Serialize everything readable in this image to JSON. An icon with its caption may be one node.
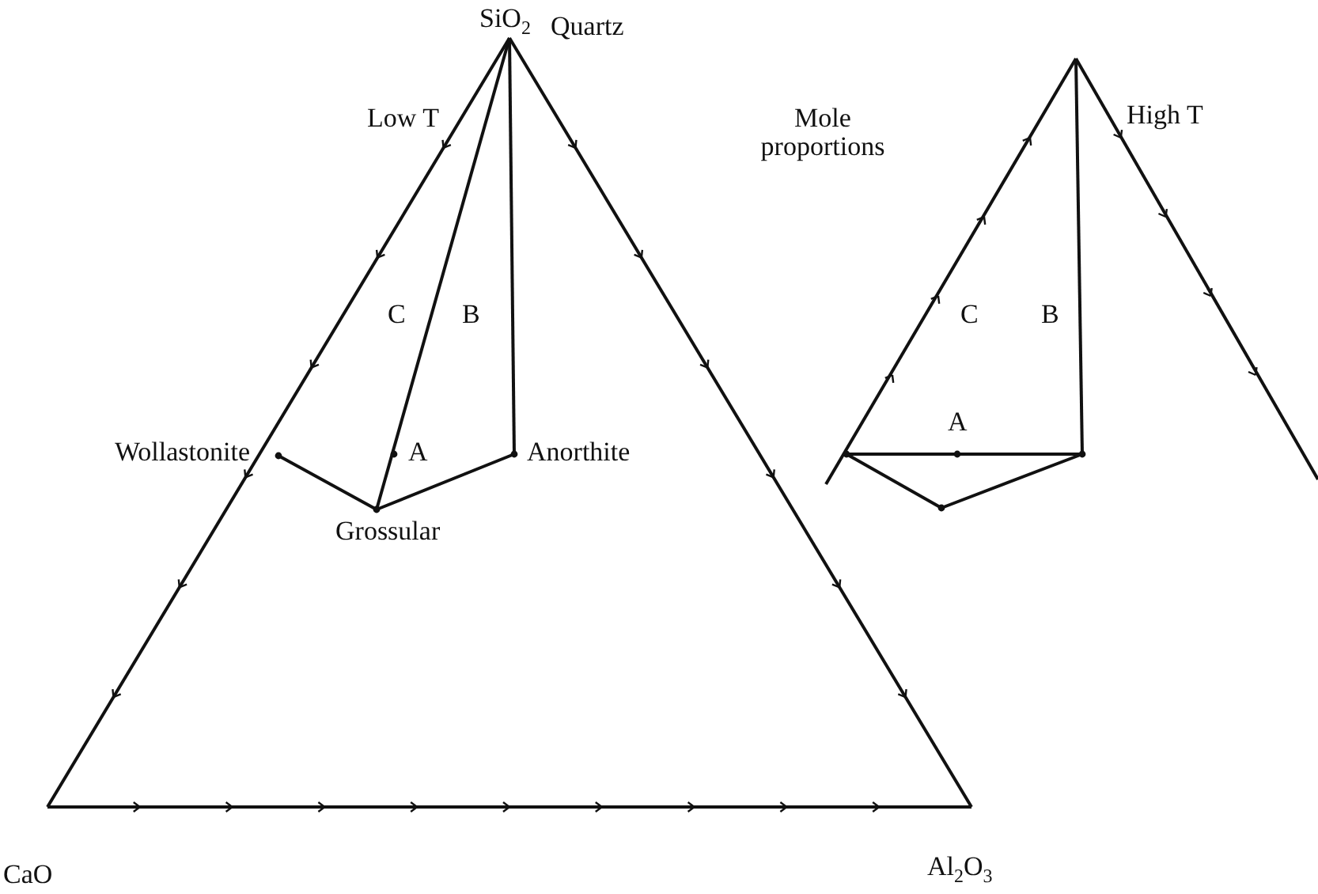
{
  "diagram": {
    "labels": [
      "SiO$_{2}$",
      "Quartz",
      "Low T",
      "Mole proportions",
      "High T",
      "C",
      "B",
      "C",
      "B",
      "Wollastonite",
      "A",
      "Anorthite",
      "A",
      "Grossular",
      "CaO",
      "Al$_{2}$O$_{3}$"
    ]
  }
}
